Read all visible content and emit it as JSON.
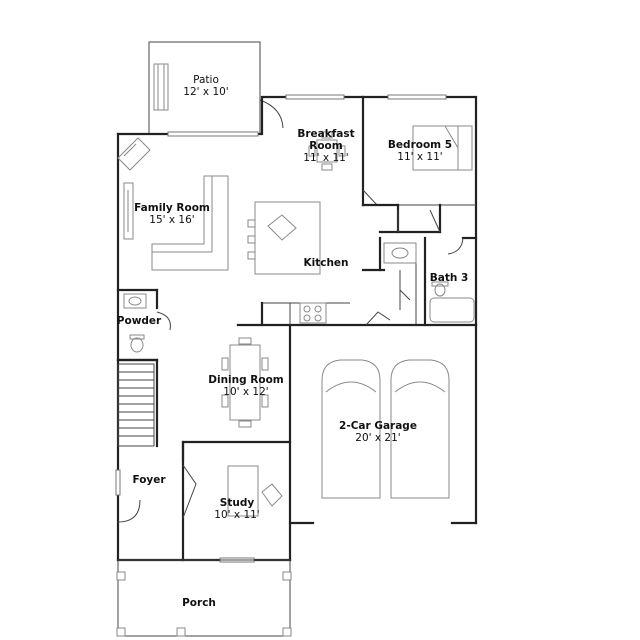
{
  "rooms": {
    "patio": {
      "name": "Patio",
      "dim": "12' x 10'"
    },
    "breakfast": {
      "name": "Breakfast\nRoom",
      "dim": "11' x 11'"
    },
    "bedroom5": {
      "name": "Bedroom 5",
      "dim": "11' x 11'"
    },
    "family": {
      "name": "Family Room",
      "dim": "15' x 16'"
    },
    "kitchen": {
      "name": "Kitchen"
    },
    "bath3": {
      "name": "Bath 3"
    },
    "powder": {
      "name": "Powder"
    },
    "dining": {
      "name": "Dining Room",
      "dim": "10' x 12'"
    },
    "garage": {
      "name": "2-Car Garage",
      "dim": "20' x 21'"
    },
    "foyer": {
      "name": "Foyer"
    },
    "study": {
      "name": "Study",
      "dim": "10' x 11'"
    },
    "porch": {
      "name": "Porch"
    }
  }
}
